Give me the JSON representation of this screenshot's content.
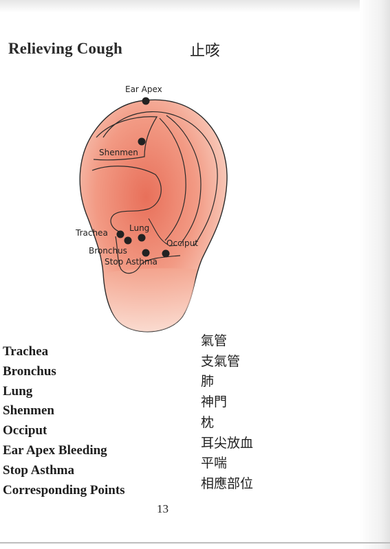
{
  "page": {
    "title": "Relieving Cough",
    "title_zh": "止咳",
    "page_number": "13"
  },
  "diagram": {
    "point_labels": {
      "ear_apex": "Ear Apex",
      "shenmen": "Shenmen",
      "trachea": "Trachea",
      "lung": "Lung",
      "bronchus": "Bronchus",
      "occiput": "Occiput",
      "stop_asthma": "Stop Asthma"
    },
    "colors": {
      "skin_light": "#f7c6b6",
      "skin_mid": "#f29a84",
      "skin_dark": "#e8705a",
      "outline": "#2a2a2a",
      "point": "#222222"
    }
  },
  "legend": {
    "english": [
      "Trachea",
      "Bronchus",
      "Lung",
      "Shenmen",
      "Occiput",
      "Ear Apex Bleeding",
      "Stop Asthma",
      "Corresponding Points"
    ],
    "chinese": [
      "氣管",
      "支氣管",
      "肺",
      "神門",
      "枕",
      "耳尖放血",
      "平喘",
      "相應部位"
    ]
  }
}
